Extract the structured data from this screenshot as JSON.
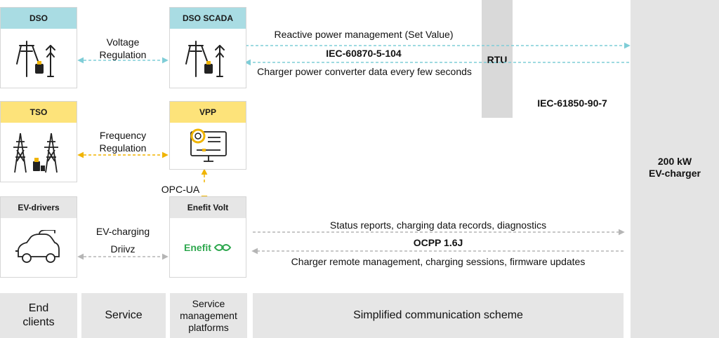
{
  "colors": {
    "blue_head": "#a9dce3",
    "yellow_head": "#fde37a",
    "grey_head": "#e6e6e6",
    "blue_line": "#7fcdd7",
    "yellow_line": "#f0b400",
    "grey_line": "#b5b5b5",
    "enefit_green": "#2fa84f"
  },
  "nodes": {
    "dso": "DSO",
    "dso_scada": "DSO SCADA",
    "tso": "TSO",
    "vpp": "VPP",
    "ev_drivers": "EV-drivers",
    "enefit_volt": "Enefit Volt",
    "enefit_logo": "Enefit",
    "rtu": "RTU",
    "charger_line1": "200 kW",
    "charger_line2": "EV-charger"
  },
  "links": {
    "voltage_line1": "Voltage",
    "voltage_line2": "Regulation",
    "frequency_line1": "Frequency",
    "frequency_line2": "Regulation",
    "ev_charging": "EV-charging",
    "driivz": "Driivz",
    "opc_ua": "OPC-UA",
    "reactive_power": "Reactive power management (Set Value)",
    "iec_104": "IEC-60870-5-104",
    "charger_data": "Charger power converter data every few seconds",
    "iec_61850": "IEC-61850-90-7",
    "status_reports": "Status reports, charging data records, diagnostics",
    "ocpp": "OCPP 1.6J",
    "remote_mgmt": "Charger remote management, charging sessions, firmware updates"
  },
  "footer": {
    "end_clients_1": "End",
    "end_clients_2": "clients",
    "service": "Service",
    "platforms_1": "Service",
    "platforms_2": "management",
    "platforms_3": "platforms",
    "scheme": "Simplified communication scheme"
  }
}
